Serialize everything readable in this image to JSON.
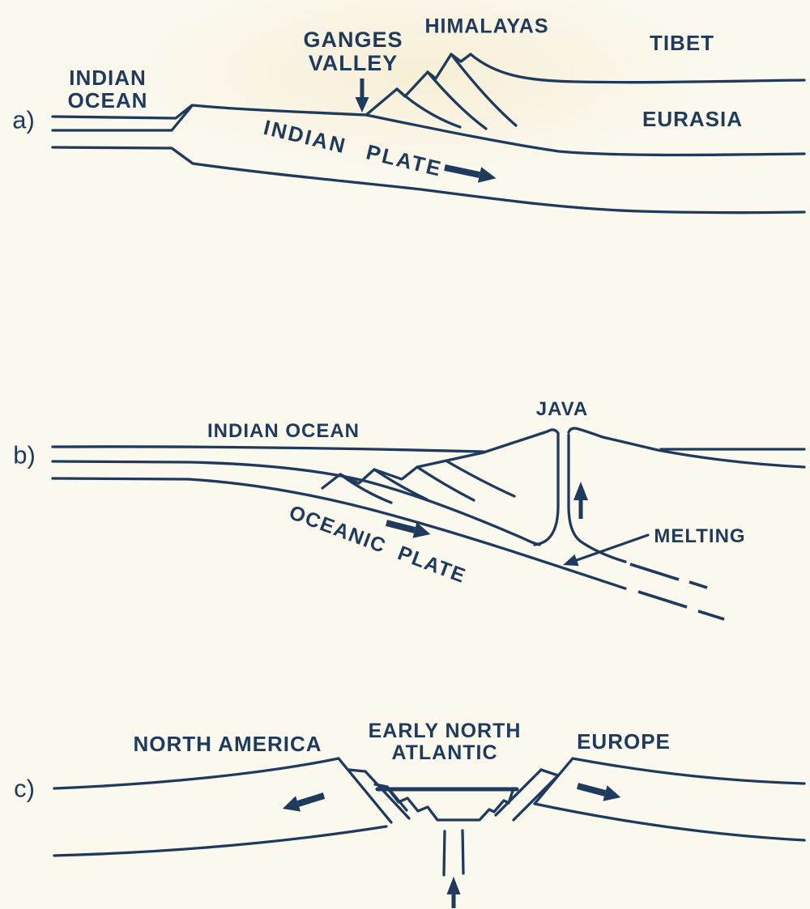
{
  "colors": {
    "ink": "#1e3a5c",
    "paper": "#fbf8ee"
  },
  "panels": {
    "a": {
      "id_label": "a)",
      "ocean": "INDIAN\nOCEAN",
      "ganges_valley": "GANGES\nVALLEY",
      "himalayas": "HIMALAYAS",
      "tibet": "TIBET",
      "eurasia": "EURASIA",
      "plate": "INDIAN PLATE",
      "arrows": {
        "ganges_pointer": "down",
        "plate_motion": "right"
      }
    },
    "b": {
      "id_label": "b)",
      "ocean": "INDIAN OCEAN",
      "java": "JAVA",
      "melting": "MELTING",
      "plate": "OCEANIC PLATE",
      "arrows": {
        "plate_motion": "down-right",
        "magma_rise": "up",
        "melting_pointer": "down-left"
      }
    },
    "c": {
      "id_label": "c)",
      "north_america": "NORTH AMERICA",
      "atlantic": "EARLY NORTH\nATLANTIC",
      "europe": "EUROPE",
      "arrows": {
        "north_america_motion": "left",
        "europe_motion": "right",
        "mantle_upwelling": "up"
      }
    }
  }
}
